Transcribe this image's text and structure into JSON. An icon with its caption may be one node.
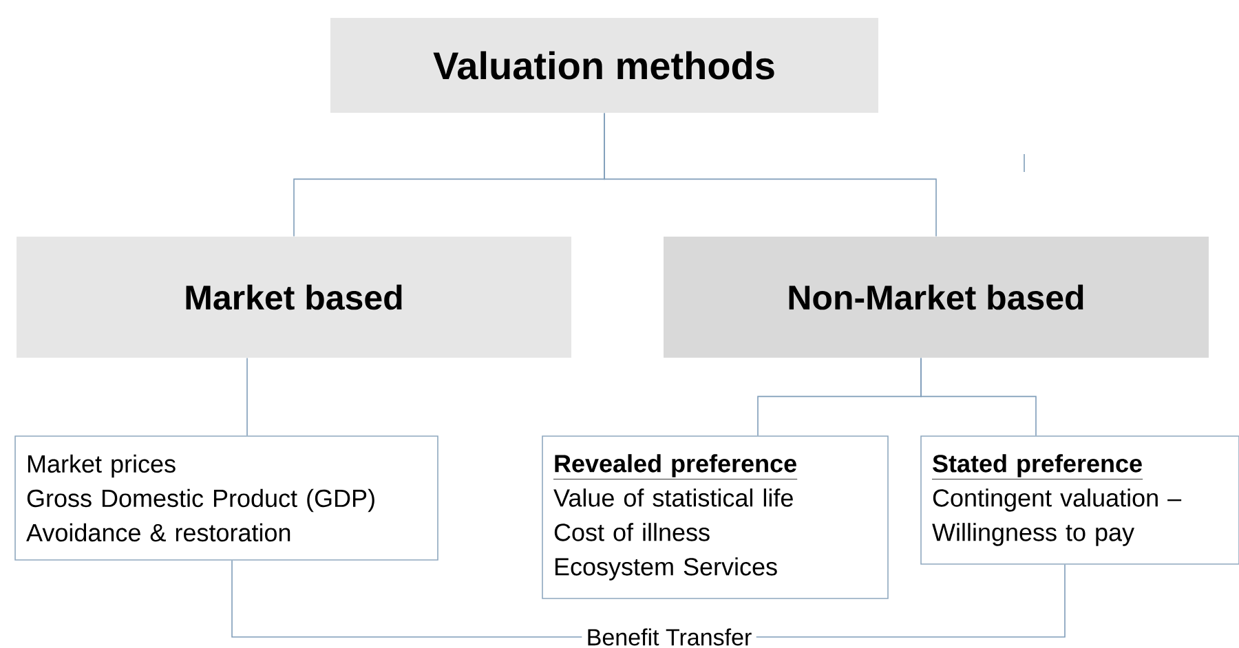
{
  "diagram": {
    "nodes": [
      {
        "text": [
          "Valuation methods"
        ]
      },
      {
        "text": [
          "Market based"
        ]
      },
      {
        "text": [
          "Non-Market based"
        ]
      },
      {
        "text": [
          "Market prices",
          "Gross Domestic Product (GDP)",
          "Avoidance & restoration"
        ]
      },
      {
        "text": [
          "Revealed preference",
          "Value of statistical life",
          "Cost of illness",
          "Ecosystem Services"
        ]
      },
      {
        "text": [
          "Stated preference",
          "Contingent valuation – Willingness to pay"
        ]
      },
      {
        "text": [
          "Benefit Transfer"
        ]
      }
    ],
    "edges": [
      {
        "from": 0,
        "to": 1,
        "arrow": "none"
      },
      {
        "from": 0,
        "to": 2,
        "arrow": "none"
      },
      {
        "from": 1,
        "to": 3,
        "arrow": "none"
      },
      {
        "from": 2,
        "to": 4,
        "arrow": "none"
      },
      {
        "from": 2,
        "to": 5,
        "arrow": "none"
      },
      {
        "from": 3,
        "to": 6,
        "arrow": "none"
      },
      {
        "from": 5,
        "to": 6,
        "arrow": "none"
      }
    ]
  }
}
